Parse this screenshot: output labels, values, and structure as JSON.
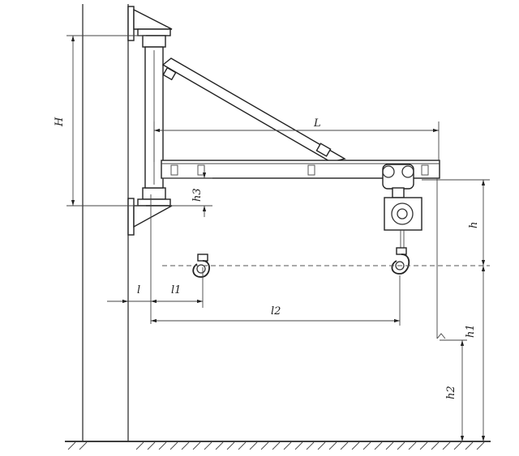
{
  "diagram": {
    "labels": {
      "H": "H",
      "L": "L",
      "h3": "h3",
      "h": "h",
      "l": "l",
      "l1": "l1",
      "l2": "l2",
      "h1": "h1",
      "h2": "h2"
    }
  }
}
